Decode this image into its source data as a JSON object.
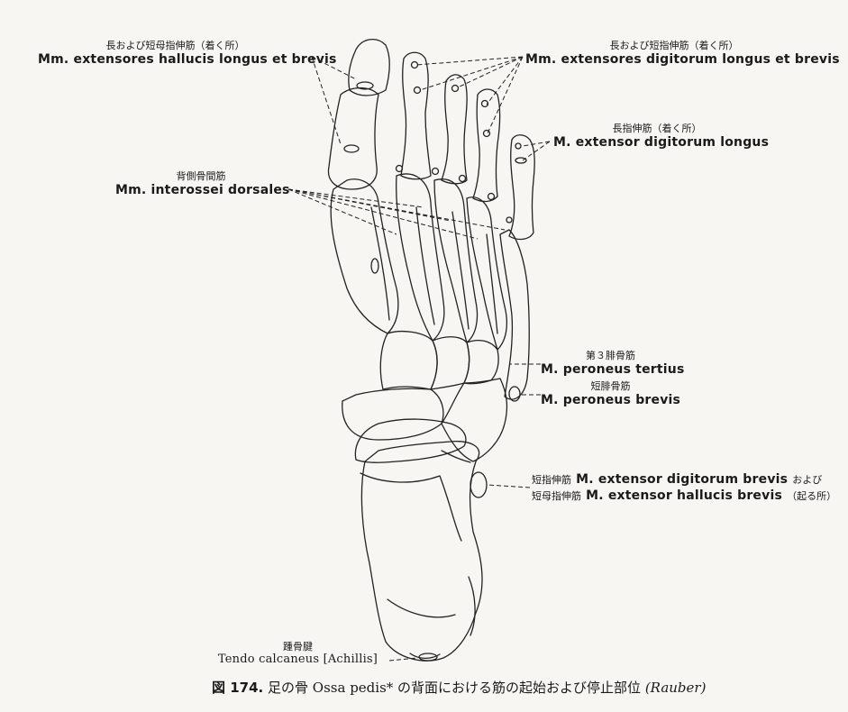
{
  "labels": {
    "ext_hallucis": {
      "jp": "長および短母指伸筋（着く所）",
      "latin": "Mm. extensores hallucis longus et brevis"
    },
    "ext_digitorum": {
      "jp": "長および短指伸筋（着く所）",
      "latin": "Mm. extensores digitorum longus et brevis"
    },
    "ext_dig_longus": {
      "jp": "長指伸筋（着く所）",
      "latin": "M. extensor digitorum longus"
    },
    "interossei": {
      "jp": "背側骨間筋",
      "latin": "Mm. interossei dorsales"
    },
    "peroneus_tertius": {
      "jp": "第３腓骨筋",
      "latin": "M. peroneus tertius"
    },
    "peroneus_brevis": {
      "jp": "短腓骨筋",
      "latin": "M. peroneus brevis"
    },
    "ext_brevis_origin": {
      "jp1": "短指伸筋",
      "latin1": "M. extensor digitorum brevis",
      "conj": "および",
      "jp2": "短母指伸筋",
      "latin2": "M. extensor hallucis brevis",
      "suffix": "（起る所）"
    },
    "achilles": {
      "jp": "踵骨腱",
      "latin": "Tendo calcaneus [Achillis]"
    }
  },
  "caption": {
    "fig_label": "図 174.",
    "text": "足の骨 Ossa pedis* の背面における筋の起始および停止部位",
    "author": "(Rauber)"
  }
}
